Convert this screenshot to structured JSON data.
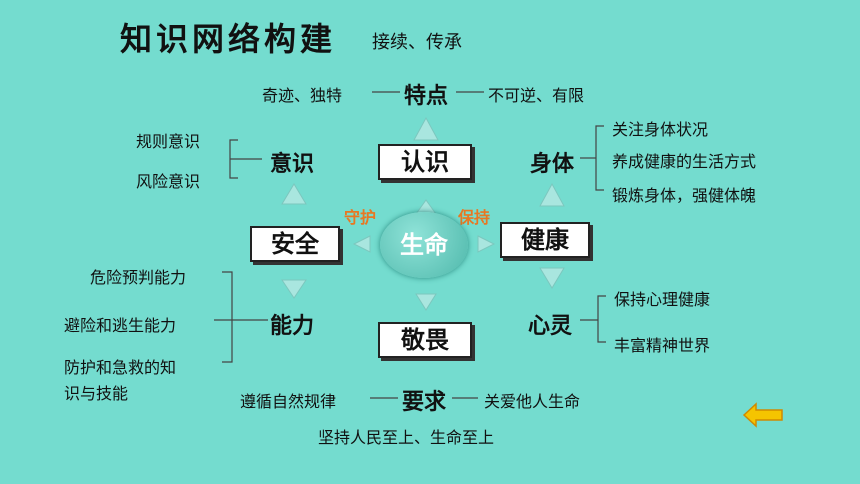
{
  "title": "知识网络构建",
  "subtitle": "接续、传承",
  "center": "生命",
  "verbs": {
    "guard": "守护",
    "keep": "保持"
  },
  "boxes": {
    "recognize": "认识",
    "safety": "安全",
    "health": "健康",
    "awe": "敬畏"
  },
  "branches": {
    "trait": {
      "label": "特点",
      "left": "奇迹、独特",
      "right": "不可逆、有限"
    },
    "awareness": {
      "label": "意识",
      "items": [
        "规则意识",
        "风险意识"
      ]
    },
    "ability": {
      "label": "能力",
      "items": [
        "危险预判能力",
        "避险和逃生能力",
        "防护和急救的知",
        "识与技能"
      ]
    },
    "body": {
      "label": "身体",
      "items": [
        "关注身体状况",
        "养成健康的生活方式",
        "锻炼身体，强健体魄"
      ]
    },
    "mind": {
      "label": "心灵",
      "items": [
        "保持心理健康",
        "丰富精神世界"
      ]
    },
    "require": {
      "label": "要求",
      "left": "遵循自然规律",
      "right": "关爱他人生命",
      "bottom": "坚持人民至上、生命至上"
    }
  },
  "colors": {
    "background": "#74dccf",
    "verb": "#e87722",
    "arrow": "#a9e6df"
  },
  "icons": {
    "back": "left-arrow-icon"
  }
}
